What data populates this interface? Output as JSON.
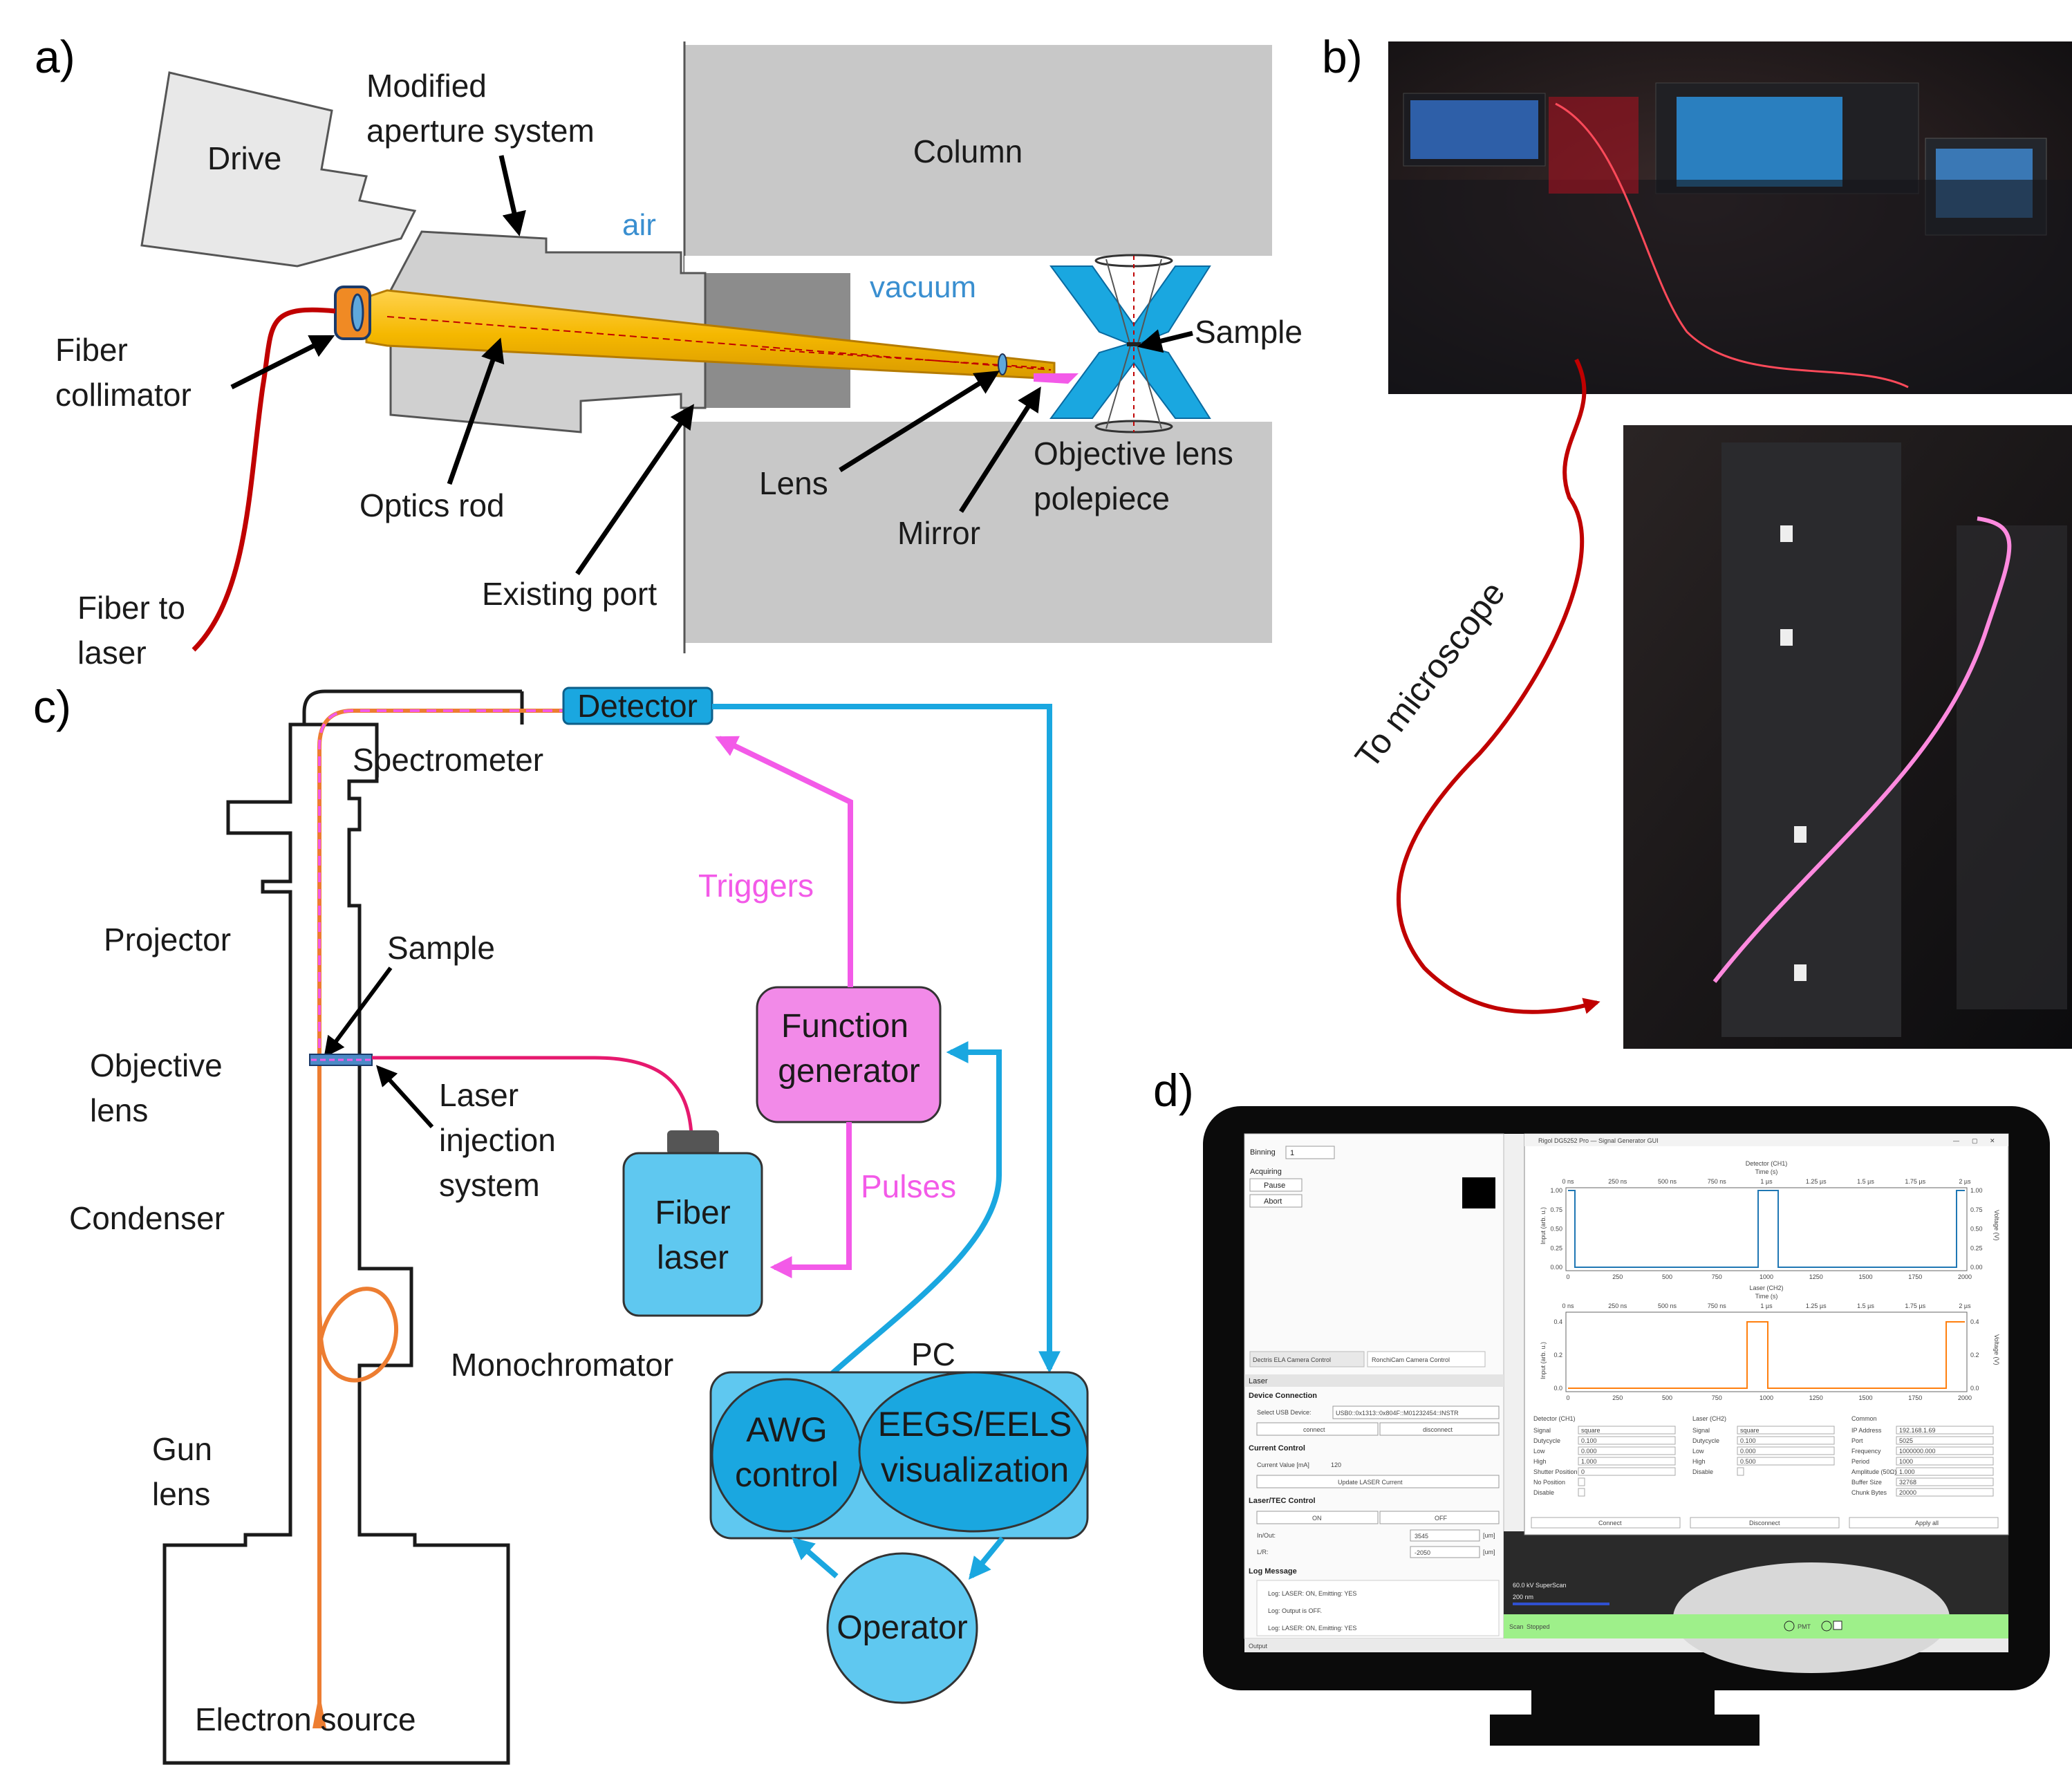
{
  "panels": {
    "a": "a)",
    "b": "b)",
    "c": "c)",
    "d": "d)"
  },
  "a": {
    "drive": "Drive",
    "modified1": "Modified",
    "modified2": "aperture system",
    "column": "Column",
    "air": "air",
    "vacuum": "vacuum",
    "sample": "Sample",
    "fiber_coll1": "Fiber",
    "fiber_coll2": "collimator",
    "optics_rod": "Optics rod",
    "lens": "Lens",
    "mirror": "Mirror",
    "objective1": "Objective lens",
    "objective2": "polepiece",
    "existing_port": "Existing port",
    "fiber_laser1": "Fiber to",
    "fiber_laser2": "laser"
  },
  "b": {
    "to_microscope": "To microscope"
  },
  "c": {
    "detector": "Detector",
    "spectrometer": "Spectrometer",
    "triggers": "Triggers",
    "projector": "Projector",
    "sample": "Sample",
    "objective1": "Objective",
    "objective2": "lens",
    "laser_inj1": "Laser",
    "laser_inj2": "injection",
    "laser_inj3": "system",
    "function1": "Function",
    "function2": "generator",
    "pulses": "Pulses",
    "condenser": "Condenser",
    "fiber_laser1": "Fiber",
    "fiber_laser2": "laser",
    "monochromator": "Monochromator",
    "pc": "PC",
    "awg1": "AWG",
    "awg2": "control",
    "eegs1": "EEGS/EELS",
    "eegs2": "visualization",
    "gun1": "Gun",
    "gun2": "lens",
    "operator": "Operator",
    "electron_source": "Electron source"
  },
  "d": {
    "binning": "Binning",
    "binning_val": "1",
    "acquiring": "Acquiring",
    "pause": "Pause",
    "abort": "Abort",
    "tab1": "Dectris ELA Camera Control",
    "tab2": "RonchiCam Camera Control",
    "laser": "Laser",
    "device_conn": "Device Connection",
    "select_usb": "Select USB Device:",
    "usb_val": "USB0::0x1313::0x804F::M01232454::INSTR",
    "connect": "connect",
    "disconnect": "disconnect",
    "current_ctrl": "Current Control",
    "current_val": "Current Value [mA]",
    "current_num": "120",
    "update_laser": "Update LASER Current",
    "tec_ctrl": "Laser/TEC Control",
    "on": "ON",
    "off": "OFF",
    "in_out": "In/Out:",
    "lr": "L/R:",
    "in_out_val": "3545",
    "lr_val": "-2050",
    "um": "[um]",
    "log_msg": "Log Message",
    "log1": "Log: LASER: ON, Emitting: YES",
    "log2": "Log: Output is OFF.",
    "log3": "Log: LASER: ON, Emitting: YES",
    "output": "Output",
    "gui_title": "Rigol DG5252 Pro — Signal Generator GUI",
    "ch1": "Detector (CH1)",
    "ch2": "Laser (CH2)",
    "time_s": "Time (s)",
    "input_arb": "Input (arb. u.)",
    "voltage": "Voltage (V)",
    "connect_btn": "Connect",
    "disconnect_btn": "Disconnect",
    "apply_btn": "Apply all",
    "scan_info": "60.0 kV SuperScan",
    "scale": "200 nm",
    "scan": "Scan",
    "stopped": "Stopped",
    "pmt": "PMT",
    "col_det": "Detector (CH1)",
    "col_las": "Laser (CH2)",
    "col_com": "Common",
    "det_rows": [
      [
        "Signal",
        "square"
      ],
      [
        "Dutycycle",
        "0.100"
      ],
      [
        "Low",
        "0.000"
      ],
      [
        "High",
        "1.000"
      ],
      [
        "Shutter Position",
        "0"
      ],
      [
        "No Position",
        ""
      ],
      [
        "Disable",
        ""
      ]
    ],
    "las_rows": [
      [
        "Signal",
        "square"
      ],
      [
        "Dutycycle",
        "0.100"
      ],
      [
        "Low",
        "0.000"
      ],
      [
        "High",
        "0.500"
      ],
      [
        "Disable",
        ""
      ]
    ],
    "com_rows": [
      [
        "IP Address",
        "192.168.1.69"
      ],
      [
        "Port",
        "5025"
      ],
      [
        "Frequency",
        "1000000.000"
      ],
      [
        "Period",
        "1000"
      ],
      [
        "Amplitude (50Ω)",
        "1.000"
      ],
      [
        "Buffer Size",
        "32768"
      ],
      [
        "Chunk Bytes",
        "20000"
      ]
    ],
    "top_ticks": [
      "0 ns",
      "250 ns",
      "500 ns",
      "750 ns",
      "1 µs",
      "1.25 µs",
      "1.5 µs",
      "1.75 µs",
      "2 µs"
    ],
    "bottom_ticks": [
      "0",
      "250",
      "500",
      "750",
      "1000",
      "1250",
      "1500",
      "1750",
      "2000"
    ],
    "ch1_left": [
      "1.00",
      "0.75",
      "0.50",
      "0.25",
      "0.00"
    ],
    "ch1_right": [
      "1.00",
      "0.75",
      "0.50",
      "0.25",
      "0.00"
    ],
    "ch2_left": [
      "0.4",
      "0.2",
      "0.0"
    ],
    "ch2_right": [
      "0.4",
      "0.2",
      "0.0"
    ]
  },
  "colors": {
    "beam": "#ed7d31",
    "laser_fiber": "#c00000",
    "pink": "#f35ae8",
    "cyan": "#1aa7e0",
    "pole": "#1aa7e0",
    "grey": "#c8c8c8"
  }
}
